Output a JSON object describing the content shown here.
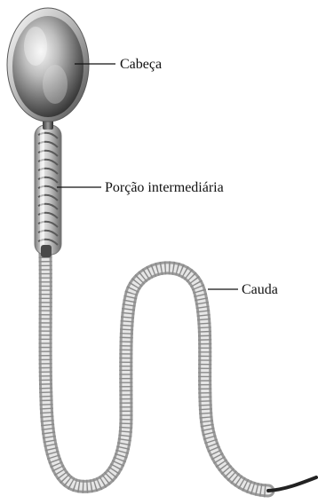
{
  "diagram": {
    "labels": {
      "head": "Cabeça",
      "midpiece": "Porção intermediária",
      "tail": "Cauda"
    },
    "colors": {
      "background": "#ffffff",
      "metal_light": "#f2f2f2",
      "metal_mid": "#9a9a9a",
      "metal_dark": "#3a3a3a",
      "coil_light": "#ececec",
      "coil_shadow": "#8c8c8c",
      "cable_end": "#222222",
      "text": "#111111"
    }
  }
}
